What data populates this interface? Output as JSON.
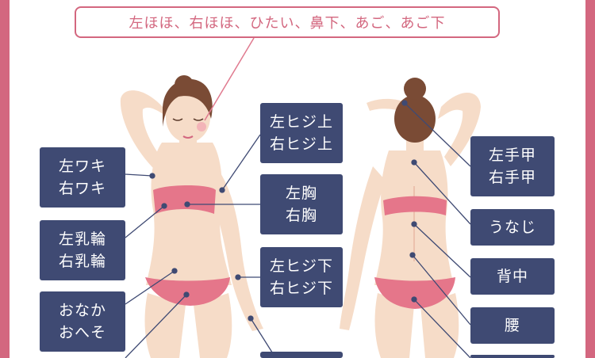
{
  "header": {
    "text": "左ほほ、右ほほ、ひたい、鼻下、あご、あご下"
  },
  "labels": {
    "wakis": [
      "左ワキ",
      "右ワキ"
    ],
    "nyurin": [
      "左乳輪",
      "右乳輪"
    ],
    "onaka": [
      "おなか",
      "おへそ"
    ],
    "hiji_ue": [
      "左ヒジ上",
      "右ヒジ上"
    ],
    "mune": [
      "左胸",
      "右胸"
    ],
    "hiji_shita": [
      "左ヒジ下",
      "右ヒジ下"
    ],
    "tekou": [
      "左手甲",
      "右手甲"
    ],
    "unaji": "うなじ",
    "senaka": "背中",
    "koshi": "腰"
  },
  "colors": {
    "accent": "#d3677f",
    "label_bg": "#3f4a73",
    "skin": "#f6dcc8",
    "bikini": "#e5768a",
    "hair": "#7a4b35"
  }
}
